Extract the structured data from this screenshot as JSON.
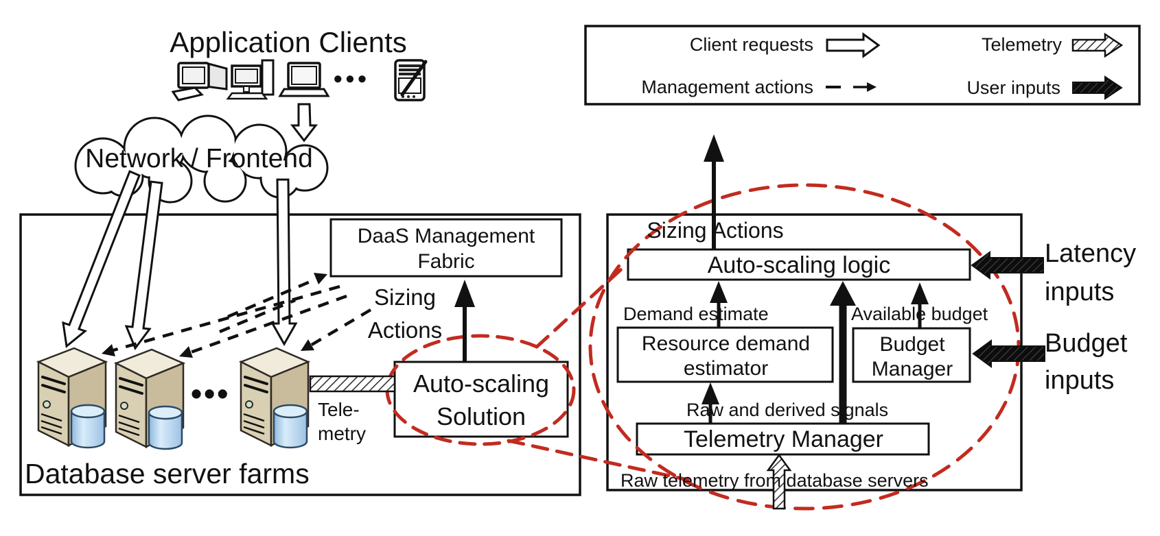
{
  "title": "Application Clients",
  "client_ellipsis": "•••",
  "cloud_label": "Network / Frontend",
  "legend": {
    "client_requests": "Client requests",
    "telemetry": "Telemetry",
    "management_actions": "Management actions",
    "user_inputs": "User inputs"
  },
  "left_panel": {
    "title": "Database server farms",
    "daas_line1": "DaaS Management",
    "daas_line2": "Fabric",
    "sizing_line1": "Sizing",
    "sizing_line2": "Actions",
    "solution_line1": "Auto-scaling",
    "solution_line2": "Solution",
    "tele_line1": "Tele-",
    "tele_line2": "metry",
    "server_ellipsis": "•••"
  },
  "right_panel": {
    "sizing_actions": "Sizing Actions",
    "autoscaling_logic": "Auto-scaling logic",
    "demand_estimate": "Demand estimate",
    "available_budget": "Available budget",
    "estimator_line1": "Resource demand",
    "estimator_line2": "estimator",
    "budget_line1": "Budget",
    "budget_line2": "Manager",
    "raw_derived": "Raw and derived signals",
    "telemetry_manager": "Telemetry Manager",
    "raw_telemetry": "Raw telemetry from database servers"
  },
  "inputs": {
    "latency_line1": "Latency",
    "latency_line2": "inputs",
    "budget_line1": "Budget",
    "budget_line2": "inputs"
  },
  "colors": {
    "callout_red": "#c22b20",
    "line_black": "#111111",
    "server_beige": "#d9cfb2",
    "db_blue": "#a9cbe8"
  }
}
